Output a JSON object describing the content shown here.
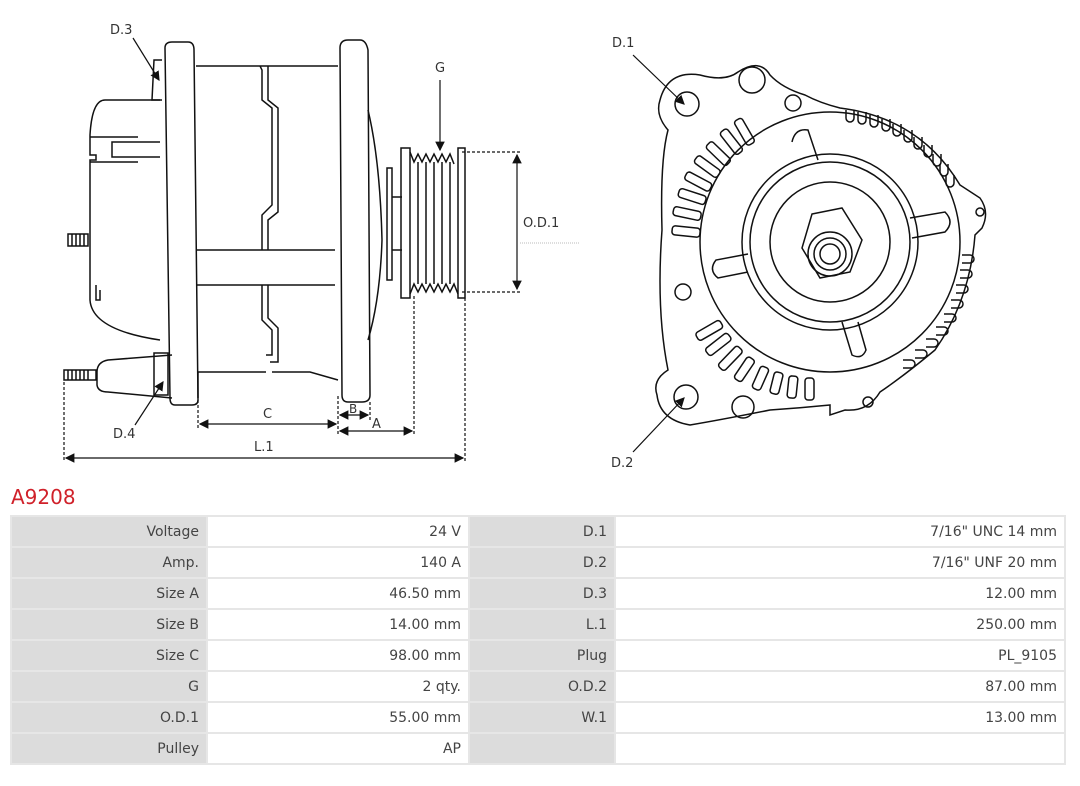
{
  "part_number": "A9208",
  "drawing": {
    "side_view_labels": {
      "d3": "D.3",
      "d4": "D.4",
      "g": "G",
      "od1": "O.D.1",
      "a": "A",
      "b": "B",
      "c": "C",
      "l1": "L.1"
    },
    "front_view_labels": {
      "d1": "D.1",
      "d2": "D.2"
    }
  },
  "specs": [
    {
      "label": "Voltage",
      "value": "24 V",
      "label2": "D.1",
      "value2": "7/16\" UNC 14 mm"
    },
    {
      "label": "Amp.",
      "value": "140 A",
      "label2": "D.2",
      "value2": "7/16\" UNF 20 mm"
    },
    {
      "label": "Size A",
      "value": "46.50 mm",
      "label2": "D.3",
      "value2": "12.00 mm"
    },
    {
      "label": "Size B",
      "value": "14.00 mm",
      "label2": "L.1",
      "value2": "250.00 mm"
    },
    {
      "label": "Size C",
      "value": "98.00 mm",
      "label2": "Plug",
      "value2": "PL_9105"
    },
    {
      "label": "G",
      "value": "2 qty.",
      "label2": "O.D.2",
      "value2": "87.00 mm"
    },
    {
      "label": "O.D.1",
      "value": "55.00 mm",
      "label2": "W.1",
      "value2": "13.00 mm"
    },
    {
      "label": "Pulley",
      "value": "AP",
      "label2": "",
      "value2": ""
    }
  ]
}
